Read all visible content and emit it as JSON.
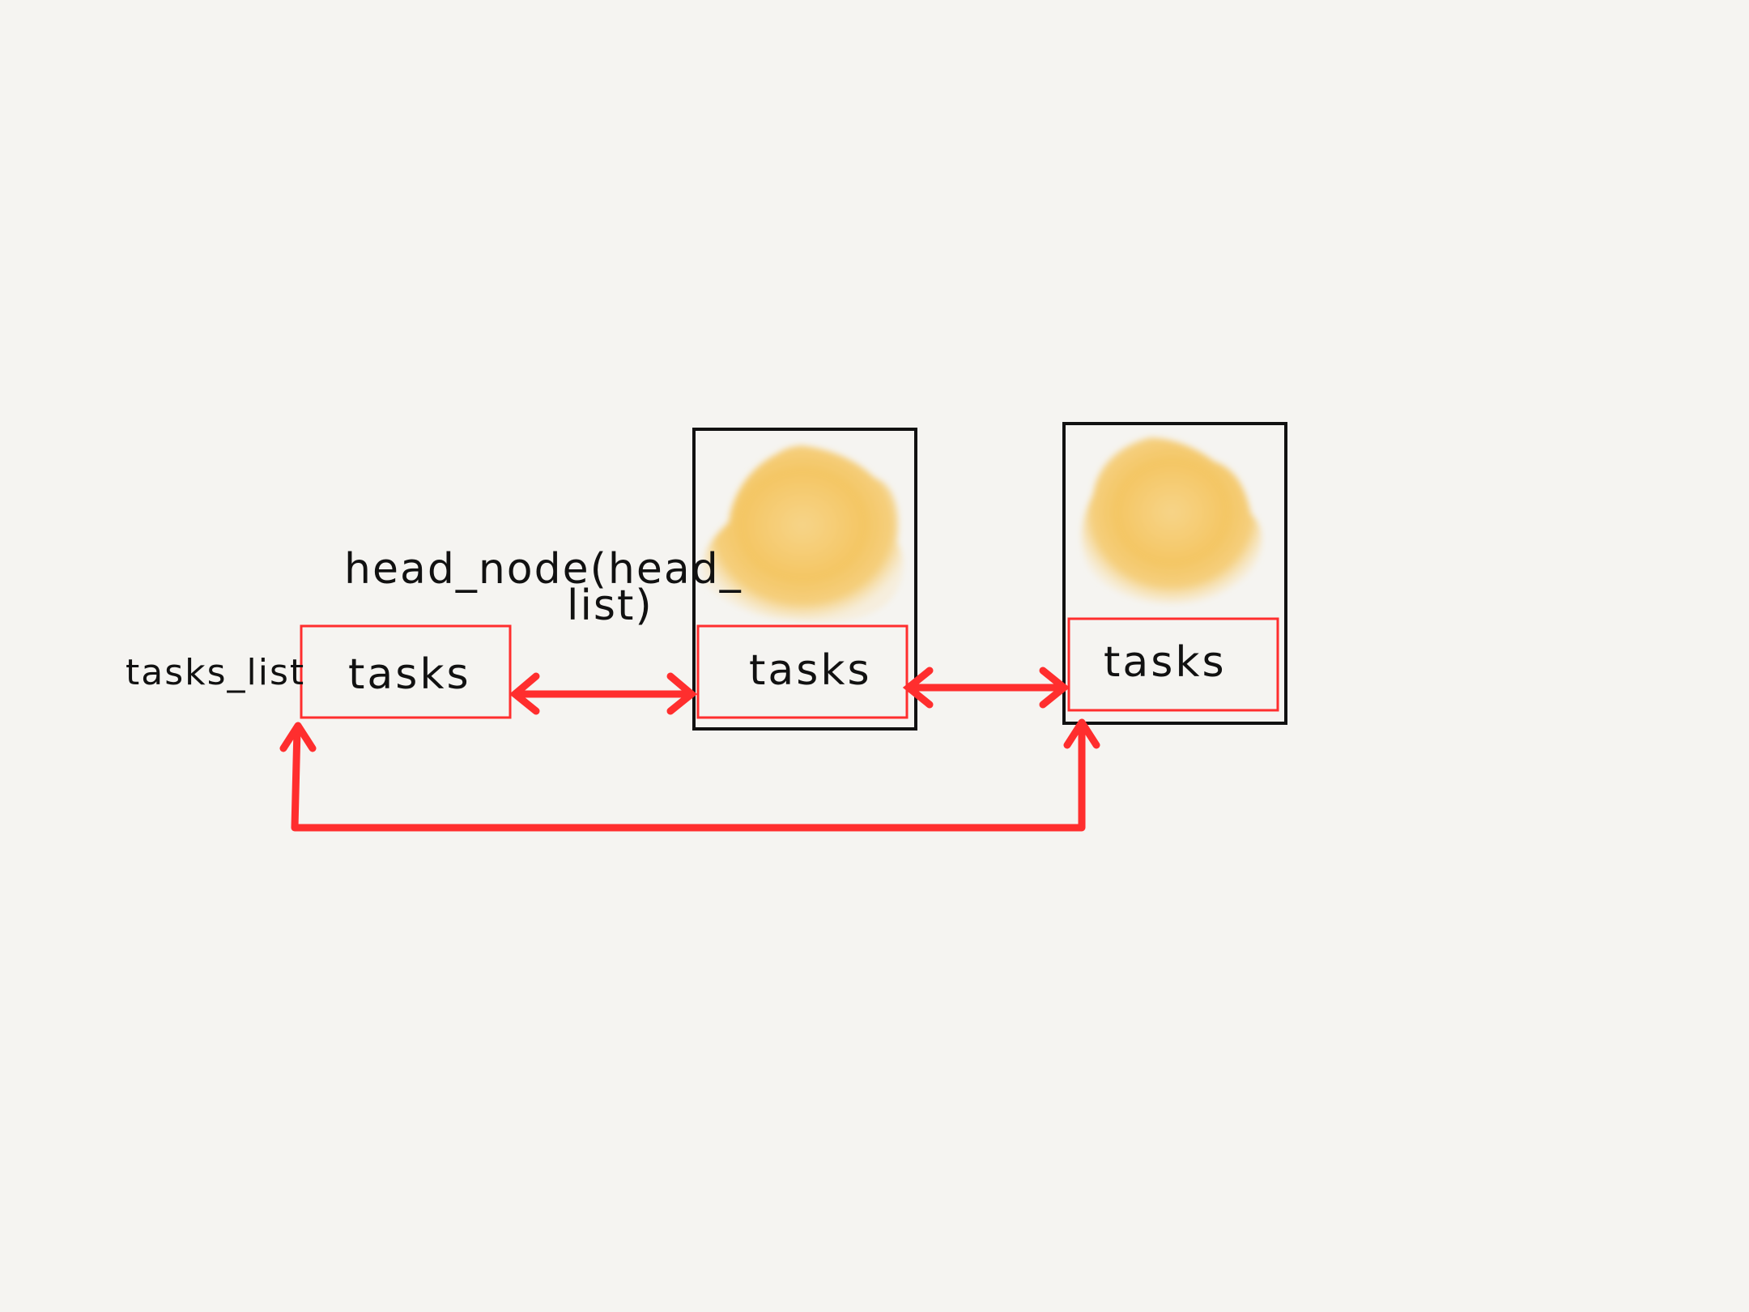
{
  "diagram": {
    "labels": {
      "tasks_list": "tasks_list",
      "head_node_line1": "head_node(head_",
      "head_node_line2": "list)"
    },
    "nodes": [
      {
        "label": "tasks"
      },
      {
        "label": "tasks"
      },
      {
        "label": "tasks"
      }
    ],
    "colors": {
      "background": "#f5f4f1",
      "link": "#ff2e2e",
      "container": "#111111",
      "blob": "#f5c15a"
    }
  }
}
